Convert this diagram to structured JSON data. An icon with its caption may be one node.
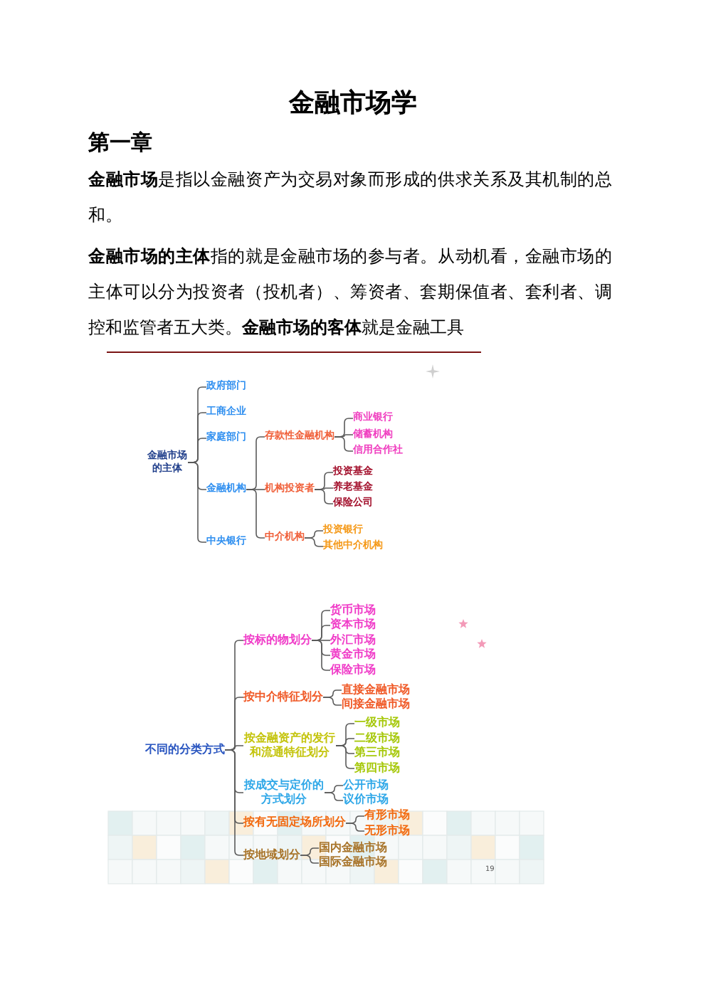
{
  "diagram": {
    "title": "金融市场学",
    "nodes": [
      {
        "text": [
          "金融市场的主体"
        ]
      },
      {
        "text": [
          "政府部门"
        ]
      },
      {
        "text": [
          "工商企业"
        ]
      },
      {
        "text": [
          "家庭部门"
        ]
      },
      {
        "text": [
          "金融机构"
        ]
      },
      {
        "text": [
          "中央银行"
        ]
      },
      {
        "text": [
          "存款性金融机构"
        ]
      },
      {
        "text": [
          "机构投资者"
        ]
      },
      {
        "text": [
          "中介机构"
        ]
      },
      {
        "text": [
          "商业银行"
        ]
      },
      {
        "text": [
          "储蓄机构"
        ]
      },
      {
        "text": [
          "信用合作社"
        ]
      },
      {
        "text": [
          "投资基金"
        ]
      },
      {
        "text": [
          "养老基金"
        ]
      },
      {
        "text": [
          "保险公司"
        ]
      },
      {
        "text": [
          "投资银行"
        ]
      },
      {
        "text": [
          "其他中介机构"
        ]
      },
      {
        "text": [
          "不同的分类方式"
        ]
      },
      {
        "text": [
          "按标的物划分"
        ]
      },
      {
        "text": [
          "按中介特征划分"
        ]
      },
      {
        "text": [
          "按金融资产的发行和流通特征划分"
        ]
      },
      {
        "text": [
          "按成交与定价的方式划分"
        ]
      },
      {
        "text": [
          "按有无固定场所划分"
        ]
      },
      {
        "text": [
          "按地域划分"
        ]
      },
      {
        "text": [
          "货币市场"
        ]
      },
      {
        "text": [
          "资本市场"
        ]
      },
      {
        "text": [
          "外汇市场"
        ]
      },
      {
        "text": [
          "黄金市场"
        ]
      },
      {
        "text": [
          "保险市场"
        ]
      },
      {
        "text": [
          "直接金融市场"
        ]
      },
      {
        "text": [
          "间接金融市场"
        ]
      },
      {
        "text": [
          "一级市场"
        ]
      },
      {
        "text": [
          "二级市场"
        ]
      },
      {
        "text": [
          "第三市场"
        ]
      },
      {
        "text": [
          "第四市场"
        ]
      },
      {
        "text": [
          "公开市场"
        ]
      },
      {
        "text": [
          "议价市场"
        ]
      },
      {
        "text": [
          "有形市场"
        ]
      },
      {
        "text": [
          "无形市场"
        ]
      },
      {
        "text": [
          "国内金融市场"
        ]
      },
      {
        "text": [
          "国际金融市场"
        ]
      }
    ],
    "edges": [
      {
        "from": 0,
        "to": 1,
        "arrow": "none"
      },
      {
        "from": 0,
        "to": 2,
        "arrow": "none"
      },
      {
        "from": 0,
        "to": 3,
        "arrow": "none"
      },
      {
        "from": 0,
        "to": 4,
        "arrow": "none"
      },
      {
        "from": 0,
        "to": 5,
        "arrow": "none"
      },
      {
        "from": 4,
        "to": 6,
        "arrow": "none"
      },
      {
        "from": 4,
        "to": 7,
        "arrow": "none"
      },
      {
        "from": 4,
        "to": 8,
        "arrow": "none"
      },
      {
        "from": 6,
        "to": 9,
        "arrow": "none"
      },
      {
        "from": 6,
        "to": 10,
        "arrow": "none"
      },
      {
        "from": 6,
        "to": 11,
        "arrow": "none"
      },
      {
        "from": 7,
        "to": 12,
        "arrow": "none"
      },
      {
        "from": 7,
        "to": 13,
        "arrow": "none"
      },
      {
        "from": 7,
        "to": 14,
        "arrow": "none"
      },
      {
        "from": 8,
        "to": 15,
        "arrow": "none"
      },
      {
        "from": 8,
        "to": 16,
        "arrow": "none"
      },
      {
        "from": 17,
        "to": 18,
        "arrow": "none"
      },
      {
        "from": 17,
        "to": 19,
        "arrow": "none"
      },
      {
        "from": 17,
        "to": 20,
        "arrow": "none"
      },
      {
        "from": 17,
        "to": 21,
        "arrow": "none"
      },
      {
        "from": 17,
        "to": 22,
        "arrow": "none"
      },
      {
        "from": 17,
        "to": 23,
        "arrow": "none"
      },
      {
        "from": 18,
        "to": 24,
        "arrow": "none"
      },
      {
        "from": 18,
        "to": 25,
        "arrow": "none"
      },
      {
        "from": 18,
        "to": 26,
        "arrow": "none"
      },
      {
        "from": 18,
        "to": 27,
        "arrow": "none"
      },
      {
        "from": 18,
        "to": 28,
        "arrow": "none"
      },
      {
        "from": 19,
        "to": 29,
        "arrow": "none"
      },
      {
        "from": 19,
        "to": 30,
        "arrow": "none"
      },
      {
        "from": 20,
        "to": 31,
        "arrow": "none"
      },
      {
        "from": 20,
        "to": 32,
        "arrow": "none"
      },
      {
        "from": 20,
        "to": 33,
        "arrow": "none"
      },
      {
        "from": 20,
        "to": 34,
        "arrow": "none"
      },
      {
        "from": 21,
        "to": 35,
        "arrow": "none"
      },
      {
        "from": 21,
        "to": 36,
        "arrow": "none"
      },
      {
        "from": 22,
        "to": 37,
        "arrow": "none"
      },
      {
        "from": 22,
        "to": 38,
        "arrow": "none"
      },
      {
        "from": 23,
        "to": 39,
        "arrow": "none"
      },
      {
        "from": 23,
        "to": 40,
        "arrow": "none"
      }
    ],
    "labels": [
      "第一章",
      "**金融市场**是指以金融资产为交易对象而形成的供求关系及其机制的总和。",
      "**金融市场的主体**指的就是金融市场的参与者。从动机看，金融市场的主体可以分为投资者（投机者）、筹资者、套期保值者、套利者、调控和监管者五大类。**金融市场的客体**就是金融工具",
      "19"
    ]
  }
}
